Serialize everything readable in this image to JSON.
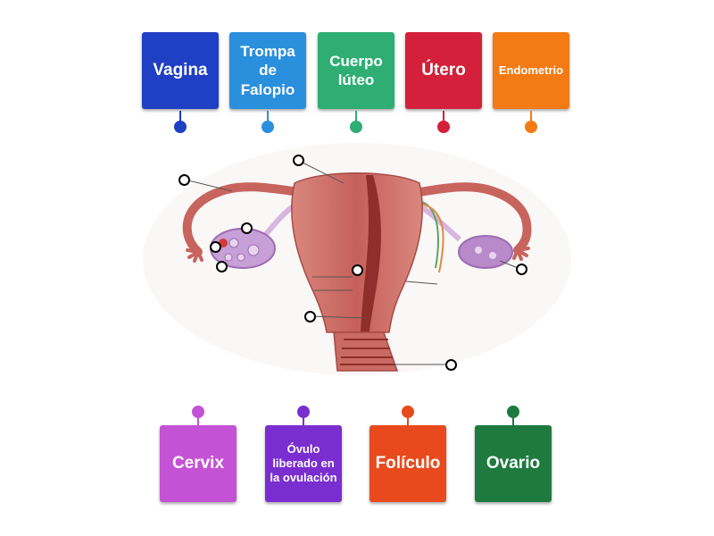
{
  "top_labels": [
    {
      "id": "vagina",
      "text": "Vagina",
      "color": "#1f3fc4",
      "size": "fs-l"
    },
    {
      "id": "trompa-de-falopio",
      "text": "Trompa de Falopio",
      "color": "#2a8fdc",
      "size": "fs-m"
    },
    {
      "id": "cuerpo-luteo",
      "text": "Cuerpo lúteo",
      "color": "#2fae74",
      "size": "fs-m"
    },
    {
      "id": "utero",
      "text": "Útero",
      "color": "#d4203a",
      "size": "fs-l"
    },
    {
      "id": "endometrio",
      "text": "Endometrio",
      "color": "#f47a14",
      "size": "fs-s"
    }
  ],
  "bottom_labels": [
    {
      "id": "cervix",
      "text": "Cervix",
      "color": "#c352d4",
      "size": "fs-l"
    },
    {
      "id": "ovulo-liberado",
      "text": "Óvulo liberado en la ovulación",
      "color": "#7a2ed0",
      "size": "fs-xs"
    },
    {
      "id": "foliculo",
      "text": "Folículo",
      "color": "#e84a1e",
      "size": "fs-l"
    },
    {
      "id": "ovario",
      "text": "Ovario",
      "color": "#1e7a3e",
      "size": "fs-l"
    }
  ],
  "colors": {
    "uterus": "#c96a63",
    "uterus_dark": "#8f2e2a",
    "tube": "#c8645e",
    "ovary": "#b98ac9",
    "vessel_green": "#5aa36b",
    "vessel_orange": "#e08a3c"
  }
}
